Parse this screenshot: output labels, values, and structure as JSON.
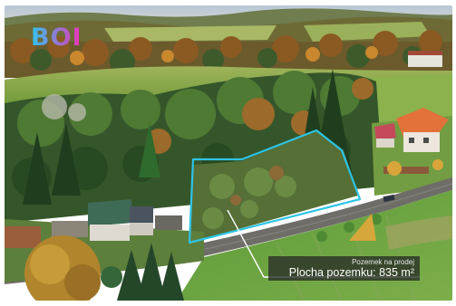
{
  "logo": {
    "text": "BOI",
    "gradient_start": "#2fc6f0",
    "gradient_end": "#f02fb4"
  },
  "plot": {
    "caption": "Pozemek na prodej",
    "area_label": "Plocha pozemku: 835 m²",
    "outline_color": "#2ec4e6"
  }
}
